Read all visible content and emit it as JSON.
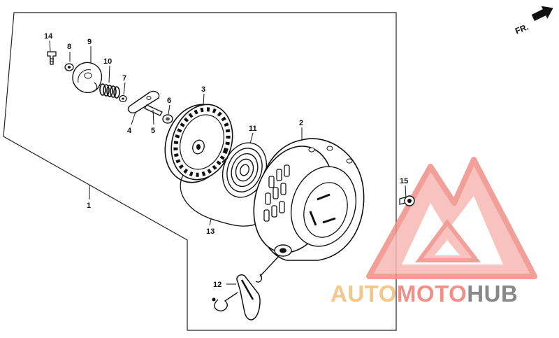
{
  "direction_indicator": {
    "label": "FR."
  },
  "callouts": {
    "c1": "1",
    "c2": "2",
    "c3": "3",
    "c4": "4",
    "c5": "5",
    "c6": "6",
    "c7": "7",
    "c8": "8",
    "c9": "9",
    "c10": "10",
    "c11": "11",
    "c12": "12",
    "c13": "13",
    "c14": "14",
    "c15": "15"
  },
  "watermark": {
    "part1": "AUTO",
    "part2": "MOTO",
    "part3": "HUB",
    "colors": {
      "auto": "#f3c78a",
      "moto": "#f28f88",
      "hub": "#888888",
      "logo": "#f59a93"
    }
  }
}
